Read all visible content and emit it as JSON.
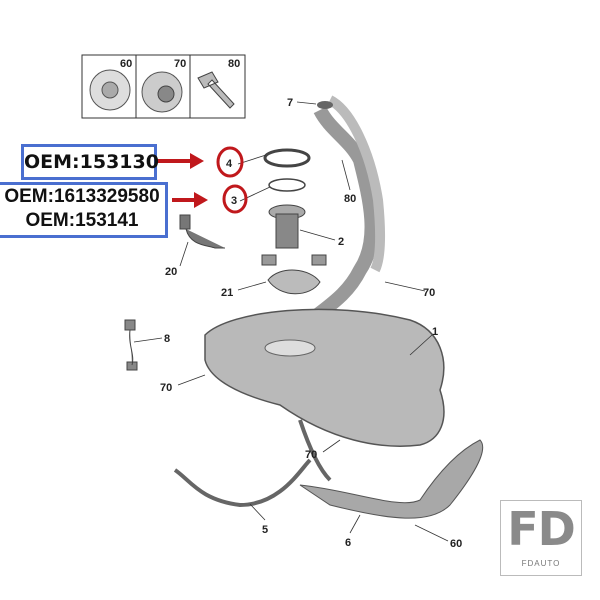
{
  "inset": {
    "labels": [
      "60",
      "70",
      "80"
    ]
  },
  "callouts": {
    "c7": "7",
    "c4": "4",
    "c3": "3",
    "c80": "80",
    "c2": "2",
    "c20": "20",
    "c21": "21",
    "c70a": "70",
    "c1": "1",
    "c8": "8",
    "c70b": "70",
    "c70c": "70",
    "c5": "5",
    "c6": "6",
    "c60": "60"
  },
  "oem": {
    "part4": "OEM:153130",
    "part3_line1": "OEM:1613329580",
    "part3_line2": "OEM:153141"
  },
  "colors": {
    "highlight": "#c0181c",
    "oem_border": "#4a6fd0"
  },
  "watermark": {
    "logo": "FD",
    "brand": "FDAUTO"
  }
}
